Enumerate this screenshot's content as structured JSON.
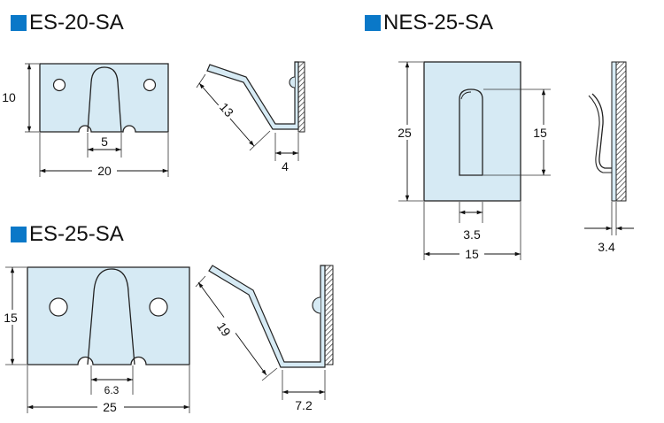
{
  "colors": {
    "accent": "#0a78c8",
    "plate_fill": "#d6eaf4",
    "stroke": "#222222"
  },
  "parts": [
    {
      "title": "ES-20-SA",
      "dims": {
        "height": "10",
        "slot": "5",
        "width": "20",
        "slant": "13",
        "depth": "4"
      }
    },
    {
      "title": "NES-25-SA",
      "dims": {
        "height": "25",
        "slot_len": "15",
        "slot": "3.5",
        "width": "15",
        "depth": "3.4"
      }
    },
    {
      "title": "ES-25-SA",
      "dims": {
        "height": "15",
        "slot": "6.3",
        "width": "25",
        "slant": "19",
        "depth": "7.2"
      }
    }
  ]
}
